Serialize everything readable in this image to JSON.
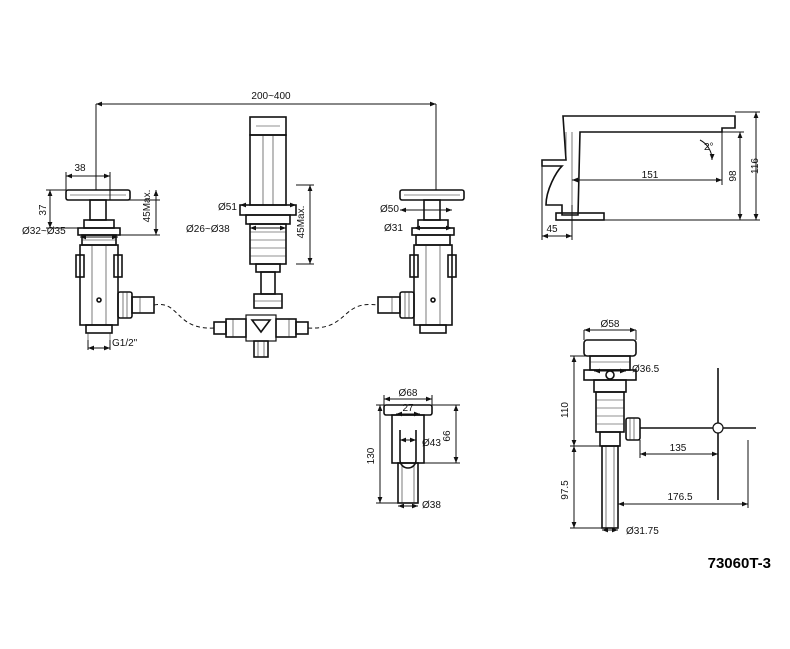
{
  "model_code": "73060T-3",
  "dimensions": {
    "spread": "200~400",
    "handle_width": "38",
    "handle_height": "37",
    "max_thickness_left": "45Max.",
    "flange_left": "Ø32~Ø35",
    "thread": "G1/2\"",
    "spout_flange": "Ø51",
    "spout_shank": "Ø26~Ø38",
    "max_thickness_center": "45Max.",
    "flange_right": "Ø50",
    "shank_right": "Ø31",
    "spout_reach": "151",
    "spout_angle": "2°",
    "spout_height_outlet": "98",
    "spout_height_total": "116",
    "spout_base": "45",
    "drain_top": "Ø58",
    "drain_ring": "Ø36.5",
    "drain_upper": "110",
    "rod_135": "135",
    "drain_lower": "97.5",
    "rod_176": "176.5",
    "drain_tail": "Ø31.75",
    "cap_outer": "Ø68",
    "cap_inner": "27",
    "cap_bore": "Ø43",
    "cap_depth": "66",
    "cap_total": "130",
    "cap_tail": "Ø38"
  }
}
